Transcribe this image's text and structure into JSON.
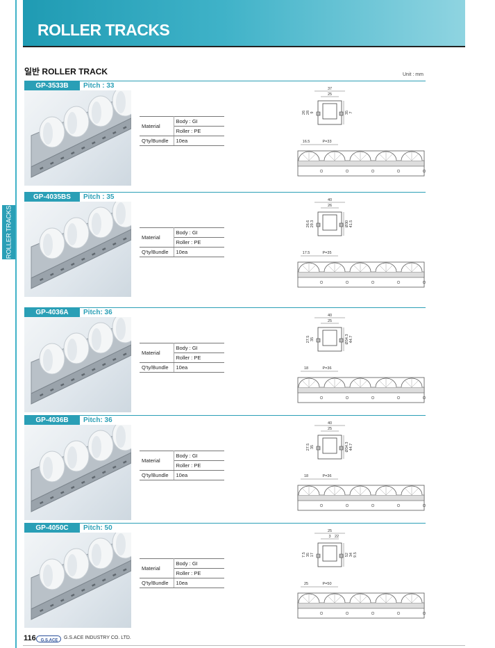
{
  "header": {
    "title": "ROLLER TRACKS"
  },
  "side_tab": {
    "label": "ROLLER TRACKS"
  },
  "section": {
    "title": "일반 ROLLER TRACK",
    "unit": "Unit : mm"
  },
  "spec_labels": {
    "material": "Material",
    "qty": "Q'ty/Bundle"
  },
  "products": [
    {
      "model": "GP-3533B",
      "pitch": "Pitch : 33",
      "body": "Body : GI",
      "roller": "Roller : PE",
      "qty": "10ea",
      "dims": {
        "top": [
          "37",
          "25"
        ],
        "side": [
          "9",
          "28",
          "26",
          "35",
          "7"
        ],
        "pitch": [
          "16.5",
          "P=33"
        ]
      }
    },
    {
      "model": "GP-4035BS",
      "pitch": "Pitch : 35",
      "body": "Body : GI",
      "roller": "Roller : PE",
      "qty": "10ea",
      "dims": {
        "top": [
          "40",
          "26"
        ],
        "side": [
          "29.3",
          "26.6",
          "Ø30",
          "41.5"
        ],
        "pitch": [
          "17.5",
          "P=35"
        ]
      }
    },
    {
      "model": "GP-4036A",
      "pitch": "Pitch: 36",
      "body": "Body : GI",
      "roller": "Roller : PE",
      "qty": "10ea",
      "dims": {
        "top": [
          "40",
          "25"
        ],
        "side": [
          "35",
          "27.5",
          "Ø34.3",
          "44.7"
        ],
        "pitch": [
          "18",
          "P=36"
        ]
      }
    },
    {
      "model": "GP-4036B",
      "pitch": "Pitch: 36",
      "body": "Body : GI",
      "roller": "Roller : PE",
      "qty": "10ea",
      "dims": {
        "top": [
          "40",
          "25"
        ],
        "side": [
          "35",
          "27.5",
          "Ø34.3",
          "44.7"
        ],
        "pitch": [
          "18",
          "P=36"
        ]
      }
    },
    {
      "model": "GP-4050C",
      "pitch": "Pitch: 50",
      "body": "Body : GI",
      "roller": "Roller : PE",
      "qty": "10ea",
      "dims": {
        "top": [
          "25",
          "3",
          "22"
        ],
        "side": [
          "17",
          "35",
          "7.5",
          "52",
          "34",
          "9.5"
        ],
        "pitch": [
          "25",
          "P=50"
        ]
      }
    }
  ],
  "footer": {
    "page": "116",
    "logo": "G.S.ACE",
    "company": "G.S.ACE INDUSTRY CO. LTD."
  }
}
